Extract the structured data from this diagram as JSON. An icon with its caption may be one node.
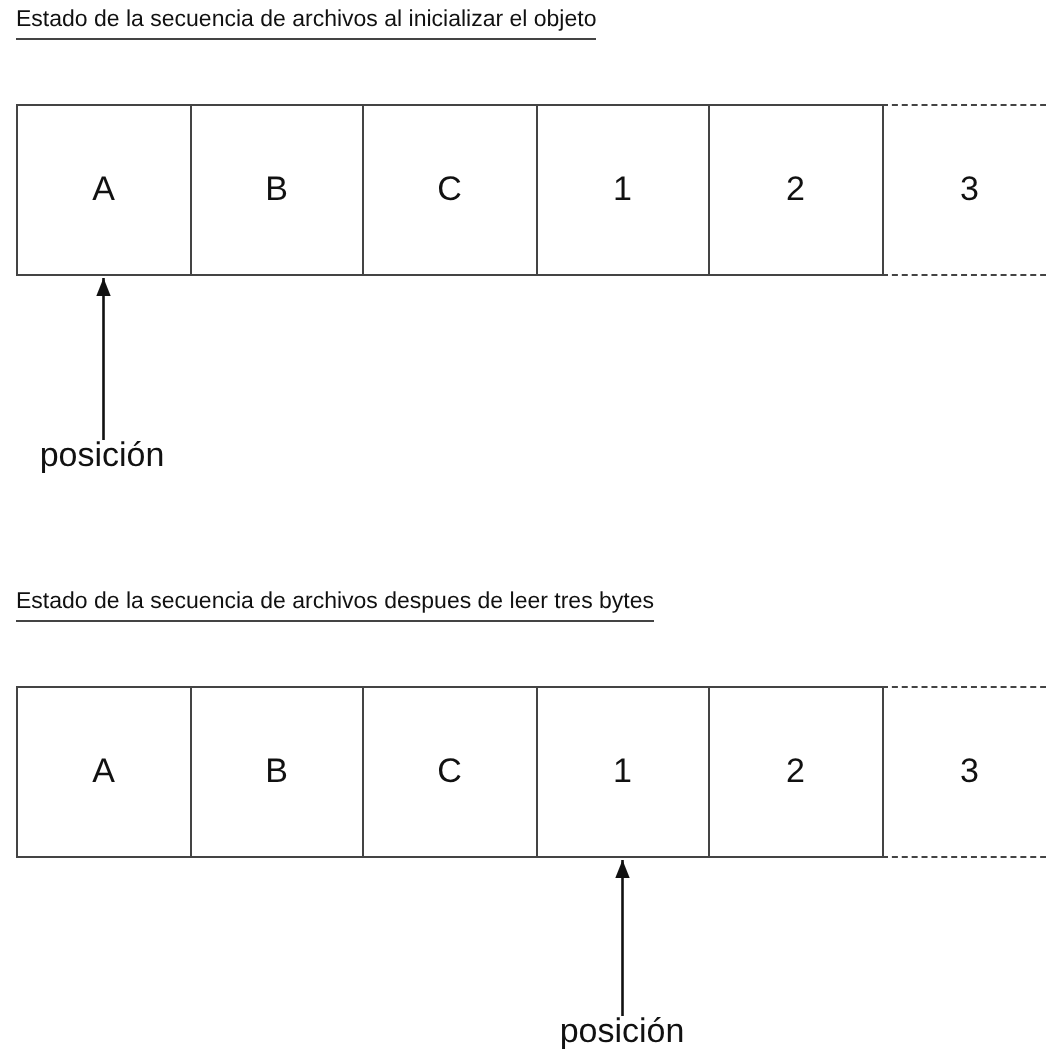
{
  "diagram": {
    "nodes": [
      {
        "text": [
          "A"
        ]
      },
      {
        "text": [
          "B"
        ]
      },
      {
        "text": [
          "C"
        ]
      },
      {
        "text": [
          "1"
        ]
      },
      {
        "text": [
          "2"
        ]
      },
      {
        "text": [
          "3"
        ]
      },
      {
        "text": [
          "posición"
        ]
      },
      {
        "text": [
          "A"
        ]
      },
      {
        "text": [
          "B"
        ]
      },
      {
        "text": [
          "C"
        ]
      },
      {
        "text": [
          "1"
        ]
      },
      {
        "text": [
          "2"
        ]
      },
      {
        "text": [
          "3"
        ]
      },
      {
        "text": [
          "posición"
        ]
      }
    ],
    "edges": [
      {
        "from": 6,
        "to": 0,
        "arrow": "to"
      },
      {
        "from": 13,
        "to": 10,
        "arrow": "to"
      }
    ],
    "labels": [
      "Estado de la secuencia de archivos al inicializar el objeto",
      "Estado de la secuencia de archivos despues de leer tres bytes"
    ]
  }
}
